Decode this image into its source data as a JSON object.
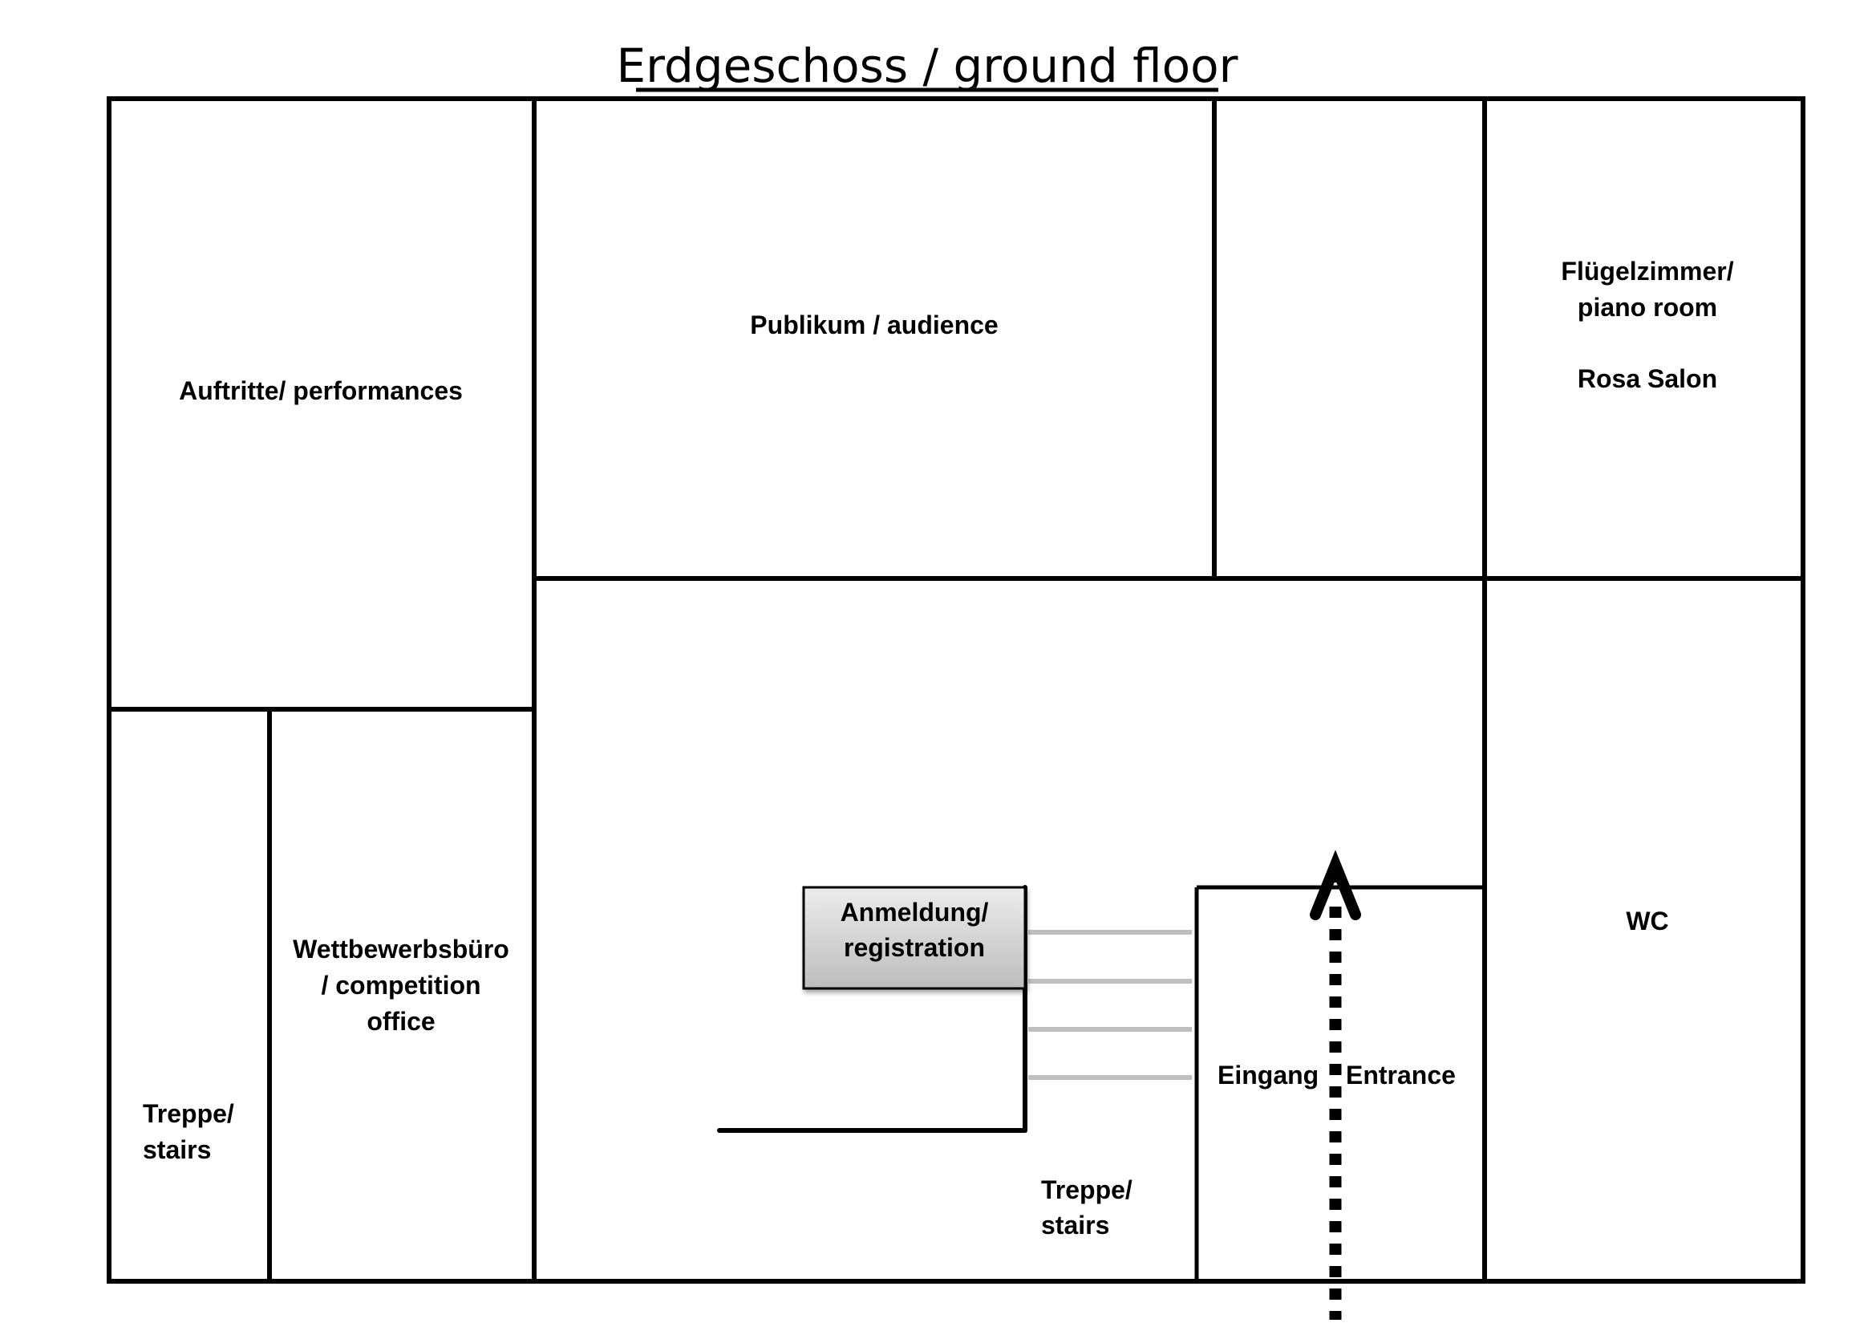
{
  "title": "Erdgeschoss / ground floor",
  "colors": {
    "wall": "#000000",
    "stair_step": "#bfbfbf",
    "registration_fill_top": "#ececec",
    "registration_fill_bottom": "#bdbdbd",
    "background": "#ffffff"
  },
  "rooms": {
    "performances": {
      "label": "Auftritte/ performances"
    },
    "audience": {
      "label": "Publikum / audience"
    },
    "piano_room": {
      "line1": "Flügelzimmer/",
      "line2": "piano room",
      "line3": "Rosa Salon"
    },
    "wc": {
      "label": "WC"
    },
    "competition_office": {
      "line1": "Wettbewerbsbüro",
      "line2": "/ competition",
      "line3": "office"
    },
    "stairs_left": {
      "line1": "Treppe/",
      "line2": "stairs"
    },
    "registration": {
      "line1": "Anmeldung/",
      "line2": "registration"
    },
    "stairs_center": {
      "line1": "Treppe/",
      "line2": "stairs"
    },
    "entrance": {
      "de": "Eingang",
      "en": "Entrance"
    }
  },
  "icons": {
    "entrance_arrow": "dotted-arrow-up"
  }
}
